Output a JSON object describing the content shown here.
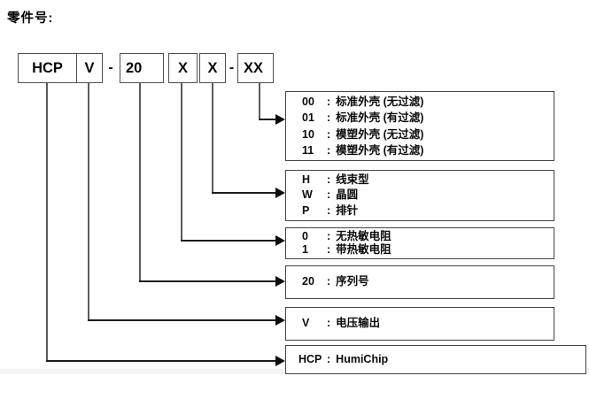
{
  "title": "零件号:",
  "separator": ":",
  "part_number": {
    "dash": "-",
    "segments": {
      "product": "HCP",
      "output": "V",
      "series": "20",
      "thermistor": "X",
      "connection": "X",
      "housing": "XX"
    }
  },
  "legend": {
    "housing": {
      "rows": [
        {
          "code": "00",
          "desc": "标准外壳 (无过滤)"
        },
        {
          "code": "01",
          "desc": "标准外壳 (有过滤)"
        },
        {
          "code": "10",
          "desc": "模塑外壳 (无过滤)"
        },
        {
          "code": "11",
          "desc": "模塑外壳 (有过滤)"
        }
      ]
    },
    "connection": {
      "rows": [
        {
          "code": "H",
          "desc": "线束型"
        },
        {
          "code": "W",
          "desc": "晶圆"
        },
        {
          "code": "P",
          "desc": "排针"
        }
      ]
    },
    "thermistor": {
      "rows": [
        {
          "code": "0",
          "desc": "无热敏电阻"
        },
        {
          "code": "1",
          "desc": "带热敏电阻"
        }
      ]
    },
    "series": {
      "rows": [
        {
          "code": "20",
          "desc": "序列号"
        }
      ]
    },
    "output": {
      "rows": [
        {
          "code": "V",
          "desc": "电压输出"
        }
      ]
    },
    "product": {
      "rows": [
        {
          "code": "HCP",
          "desc": "HumiChip"
        }
      ]
    }
  }
}
